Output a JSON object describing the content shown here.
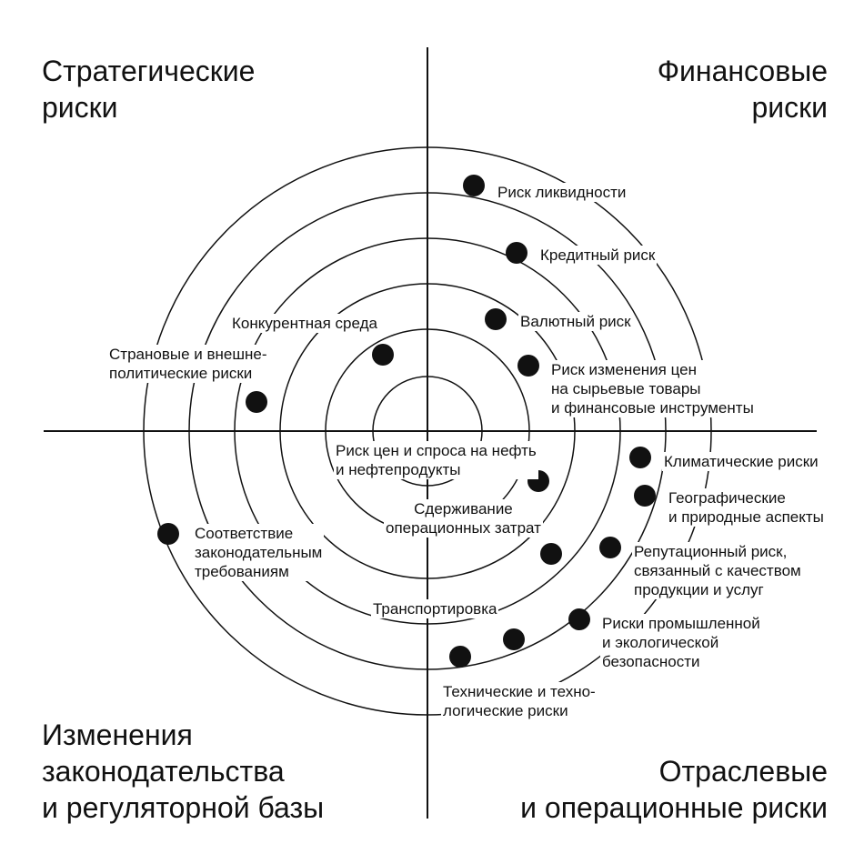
{
  "quadrants": {
    "top_left": "Стратегические\nриски",
    "top_right": "Финансовые\nриски",
    "bottom_left": "Изменения\nзаконодательства\nи регуляторной базы",
    "bottom_right": "Отраслевые\nи операционные риски"
  },
  "risks": {
    "liquidity": "Риск ликвидности",
    "credit": "Кредитный риск",
    "currency": "Валютный риск",
    "commodity": "Риск изменения цен\nна сырьевые товары\nи финансовые инструменты",
    "competition": "Конкурентная среда",
    "country": "Страновые и внешне-\nполитические риски",
    "oil_price": "Риск цен и спроса на нефть\nи нефтепродукты",
    "opex": "Сдерживание\nоперационных затрат",
    "climate": "Климатические риски",
    "geo": "Географические\nи природные аспекты",
    "reputation": "Репутационный риск,\nсвязанный с качеством\nпродукции и услуг",
    "safety": "Риски промышленной\nи экологической\nбезопасности",
    "tech": "Технические и техно-\nлогические риски",
    "transport": "Транспортировка",
    "compliance": "Соответствие\nзаконодательным\nтребованиям"
  },
  "colors": {
    "ink": "#111111",
    "background": "#ffffff"
  }
}
